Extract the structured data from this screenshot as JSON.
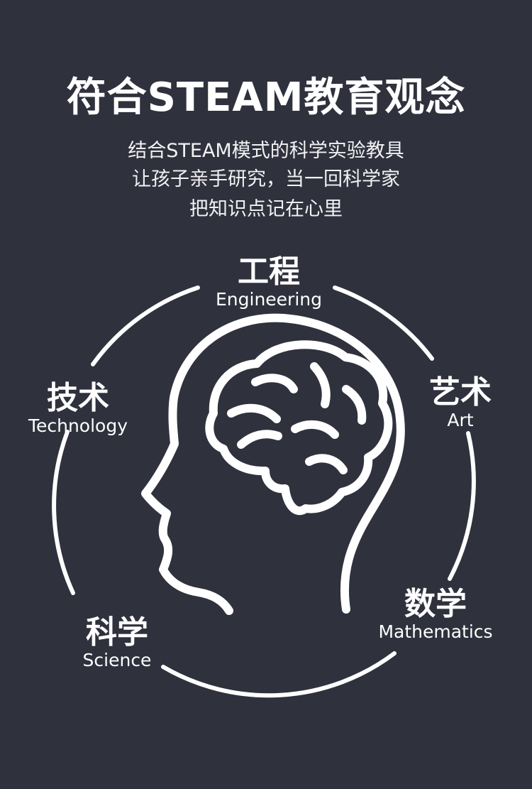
{
  "title": "符合STEAM教育观念",
  "subtitles": [
    "结合STEAM模式的科学实验教具",
    "让孩子亲手研究，当一回科学家",
    "把知识点记在心里"
  ],
  "labels": {
    "engineering": {
      "zh": "工程",
      "en": "Engineering"
    },
    "art": {
      "zh": "艺术",
      "en": "Art"
    },
    "technology": {
      "zh": "技术",
      "en": "Technology"
    },
    "mathematics": {
      "zh": "数学",
      "en": "Mathematics"
    },
    "science": {
      "zh": "科学",
      "en": "Science"
    }
  },
  "colors": {
    "background": "#2f313d",
    "foreground": "#ffffff"
  },
  "icons": {
    "center": "head-brain-icon",
    "ring": "circle-ring-segments"
  }
}
